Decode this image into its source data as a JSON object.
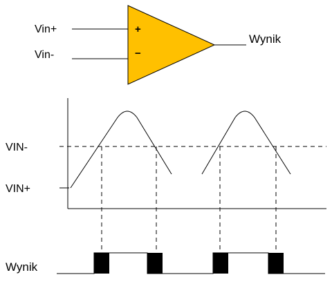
{
  "opamp": {
    "input_pos_label": "Vin+",
    "input_neg_label": "Vin-",
    "plus_sign": "+",
    "minus_sign": "−",
    "output_label": "Wynik",
    "fill_color": "#ffc000"
  },
  "graph": {
    "vin_minus_label": "VIN-",
    "vin_plus_label": "VIN+"
  },
  "output_trace": {
    "label": "Wynik"
  }
}
